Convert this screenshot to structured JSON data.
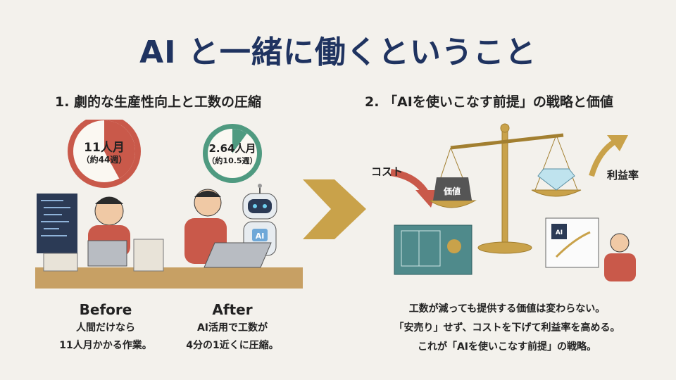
{
  "title": "AI と一緒に働くということ",
  "section1": {
    "heading": "1. 劇的な生産性向上と工数の圧縮",
    "before_clock": {
      "value": "11人月",
      "sub": "（約44週）",
      "fill_fraction": 0.42
    },
    "after_clock": {
      "value": "2.64人月",
      "sub": "（約10.5週）",
      "fill_fraction": 0.1
    },
    "robot_label": "AI",
    "before": {
      "label": "Before",
      "line1": "人間だけなら",
      "line2": "11人月かかる作業。"
    },
    "after": {
      "label": "After",
      "line1": "AI活用で工数が",
      "line2": "4分の1近くに圧縮。"
    }
  },
  "section2": {
    "heading": "2. 「AIを使いこなす前提」の戦略と価値",
    "cost_label": "コスト",
    "weight_label": "価値",
    "profit_label": "利益率",
    "chip_label": "AI",
    "line1": "工数が減っても提供する価値は変わらない。",
    "line2": "「安売り」せず、コストを下げて利益率を高める。",
    "line3": "これが「AIを使いこなす前提」の戦略。"
  },
  "colors": {
    "title": "#1f3360",
    "red": "#c9594a",
    "green": "#4f9a80",
    "gold": "#c9a24a"
  }
}
